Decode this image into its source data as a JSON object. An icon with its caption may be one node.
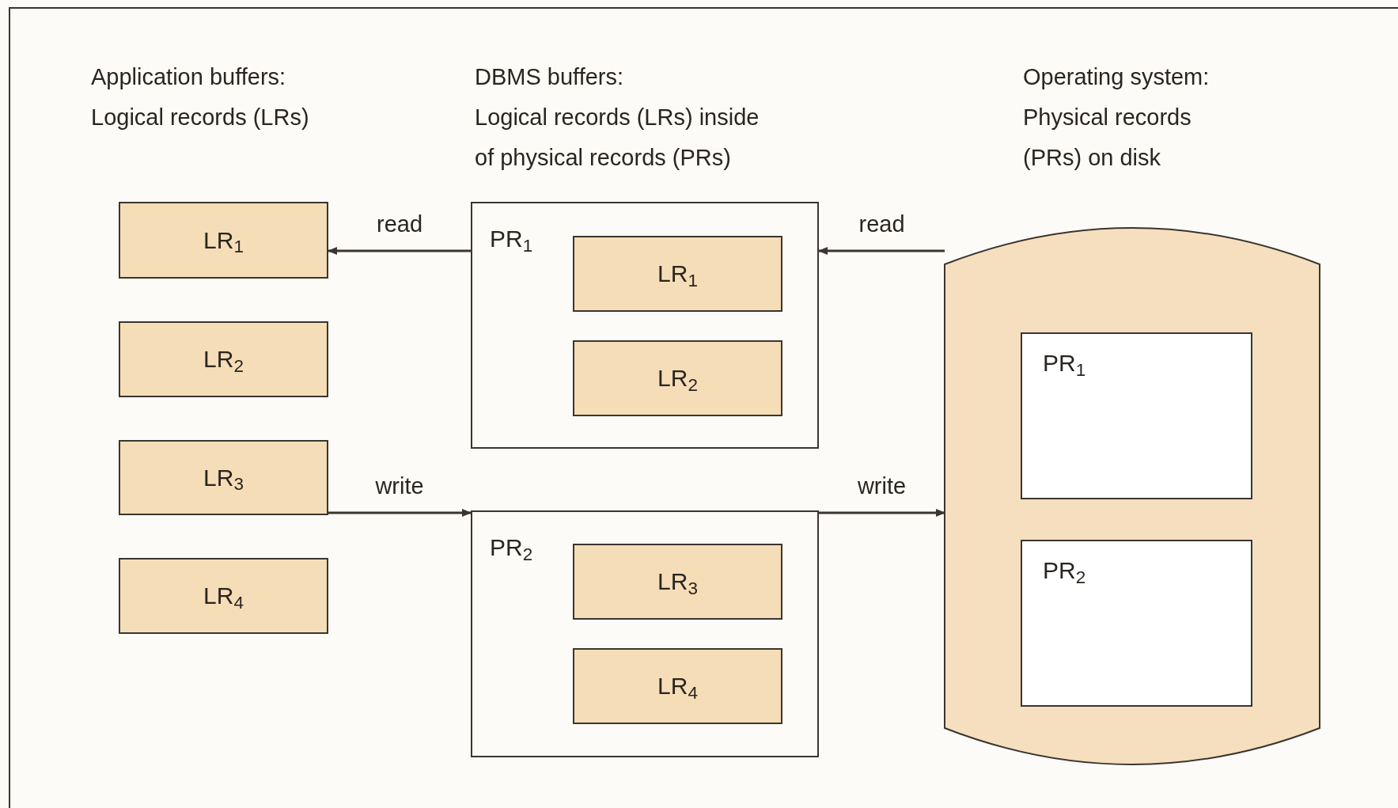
{
  "diagram": {
    "nodes": [
      {
        "text": [
          "LR$_{1}$"
        ]
      },
      {
        "text": [
          "LR$_{2}$"
        ]
      },
      {
        "text": [
          "LR$_{3}$"
        ]
      },
      {
        "text": [
          "LR$_{4}$"
        ]
      },
      {
        "text": [
          "PR$_{1}$"
        ]
      },
      {
        "text": [
          "LR$_{1}$"
        ],
        "in": 4
      },
      {
        "text": [
          "LR$_{2}$"
        ],
        "in": 4
      },
      {
        "text": [
          "PR$_{2}$"
        ]
      },
      {
        "text": [
          "LR$_{3}$"
        ],
        "in": 7
      },
      {
        "text": [
          "LR$_{4}$"
        ],
        "in": 7
      },
      {
        "text": [],
        "shape": "cylinder"
      },
      {
        "text": [
          "PR$_{1}$"
        ],
        "in": 10
      },
      {
        "text": [
          "PR$_{2}$"
        ],
        "in": 10
      }
    ],
    "edges": [
      {
        "from": 4,
        "to": 0,
        "arrow": "to",
        "label": "read"
      },
      {
        "from": 2,
        "to": 7,
        "arrow": "to",
        "label": "write"
      },
      {
        "from": 10,
        "to": 4,
        "arrow": "to",
        "label": "read"
      },
      {
        "from": 7,
        "to": 10,
        "arrow": "to",
        "label": "write"
      }
    ],
    "labels": [
      "Application buffers:",
      "Logical records (LRs)",
      "DBMS buffers:",
      "Logical records (LRs) inside of physical records (PRs)",
      "Operating system:",
      "Physical records (PRs) on disk"
    ]
  }
}
